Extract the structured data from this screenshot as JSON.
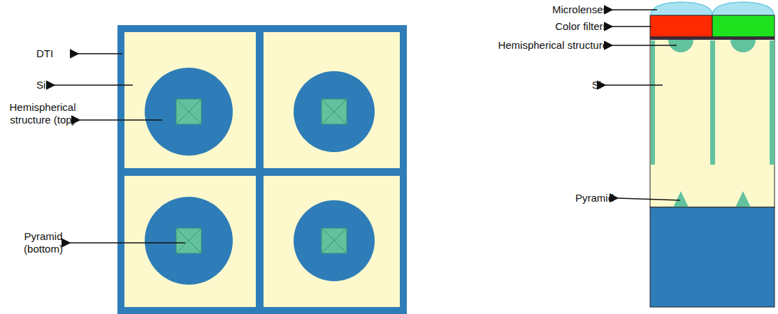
{
  "diagram": {
    "labels": [
      "DTI",
      "Si",
      "Hemispherical structure (top)",
      "Pyramid (bottom)",
      "Microlenses",
      "Color filters",
      "Hemispherical structure",
      "Si",
      "Pyramid"
    ]
  }
}
